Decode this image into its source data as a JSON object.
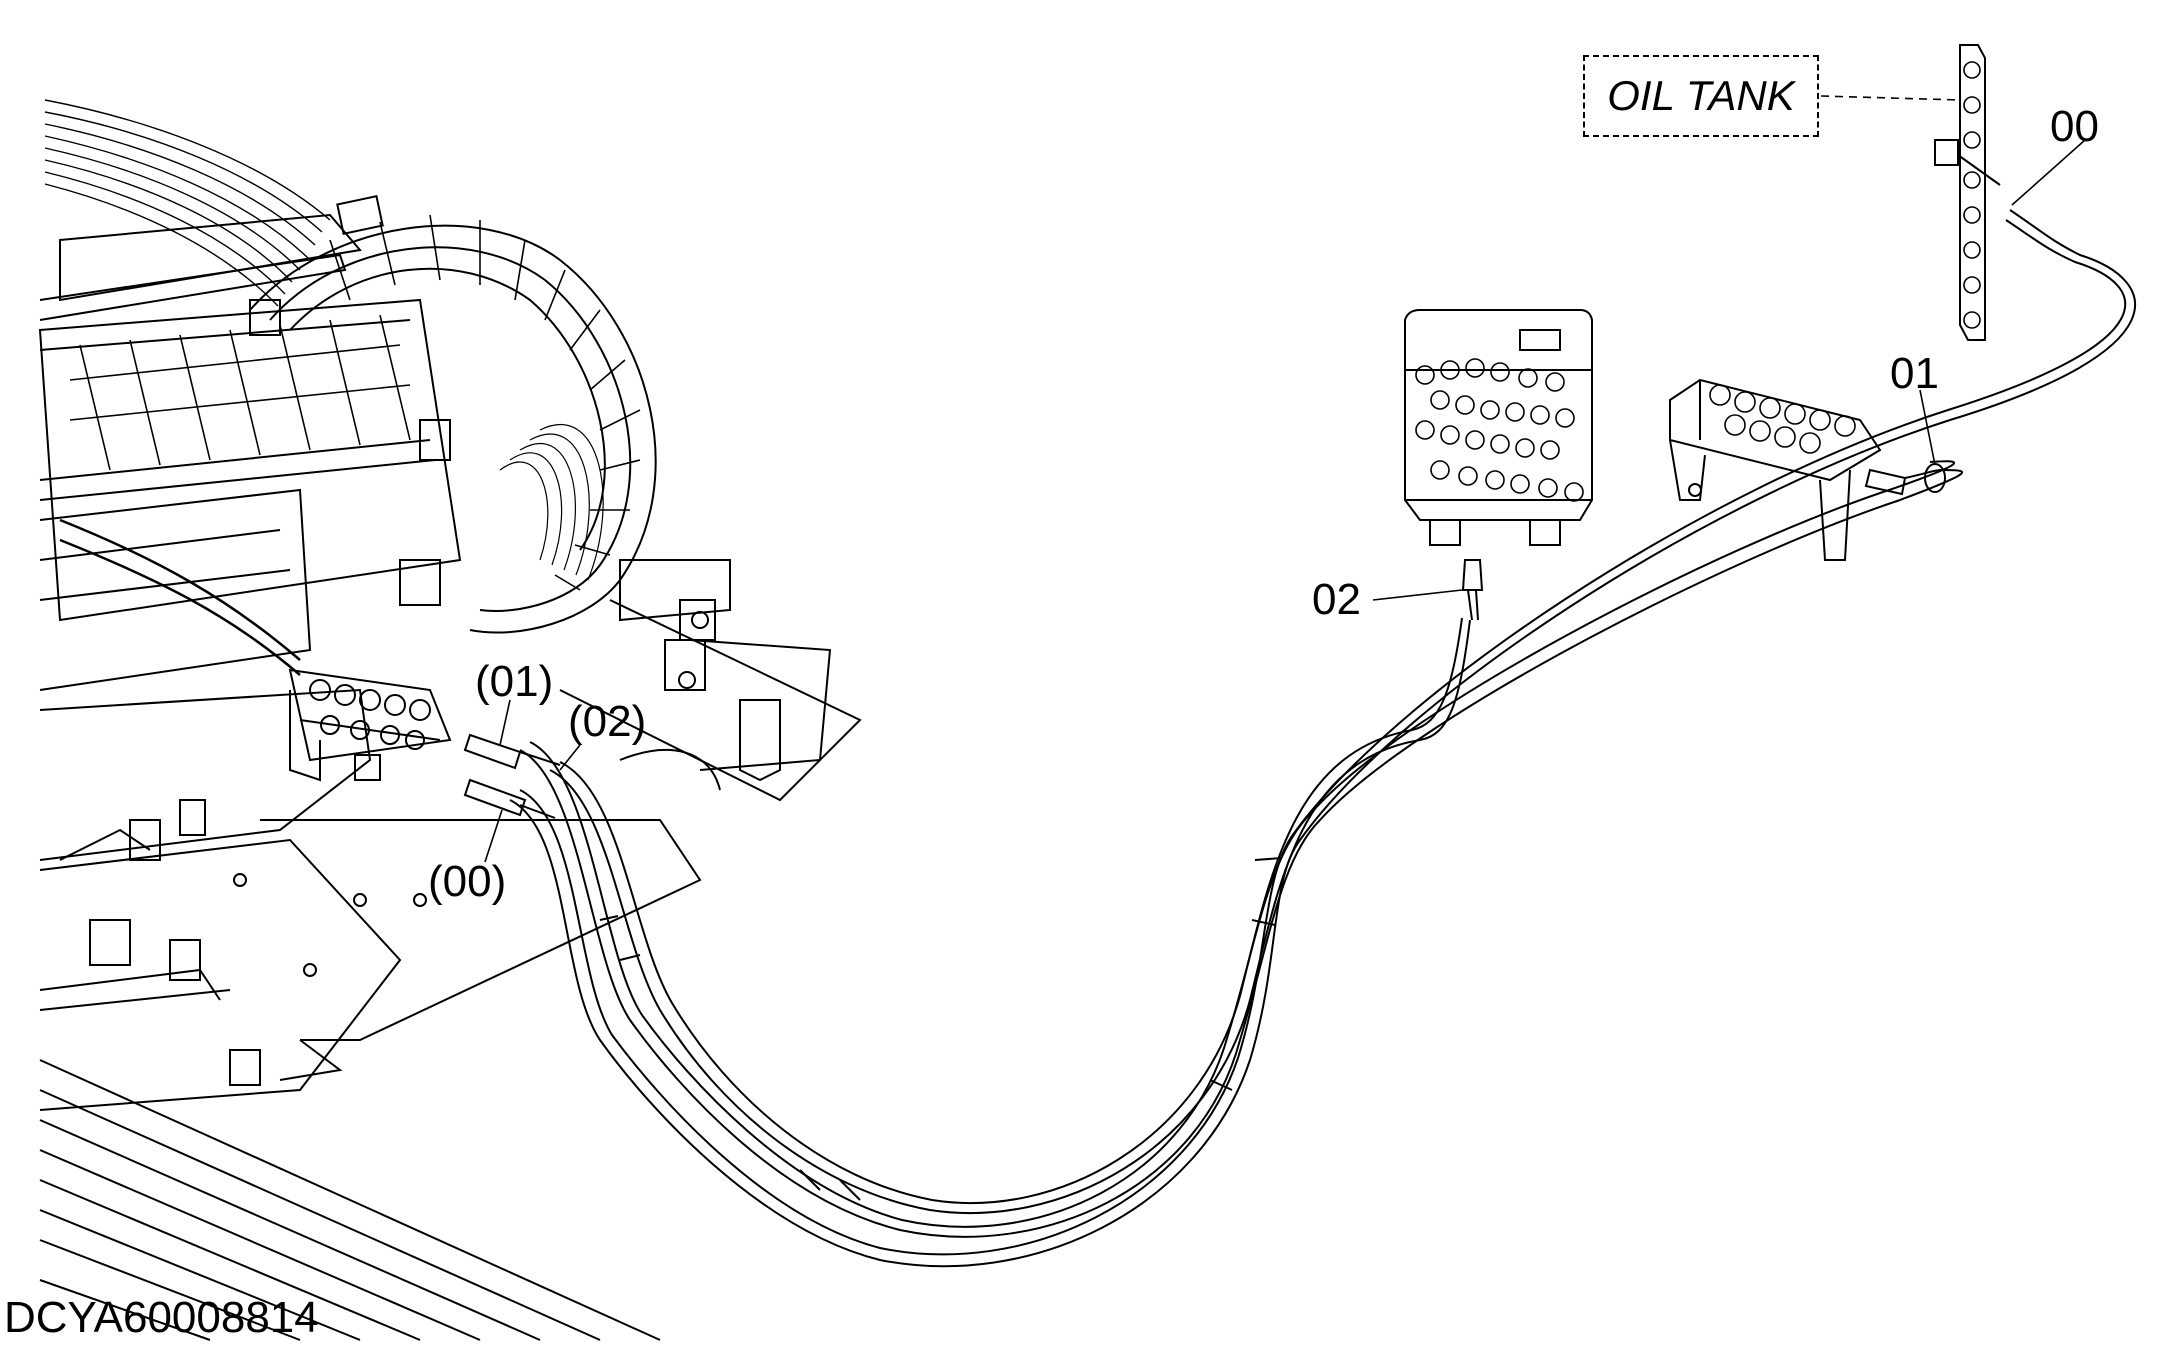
{
  "diagram": {
    "callouts": {
      "tank": "OIL TANK",
      "c00": "00",
      "c01": "01",
      "c02": "02",
      "p00": "(00)",
      "p01": "(01)",
      "p02": "(02)"
    },
    "reference_code": "DCYA60008814",
    "colors": {
      "line": "#000000",
      "background": "#ffffff"
    }
  }
}
